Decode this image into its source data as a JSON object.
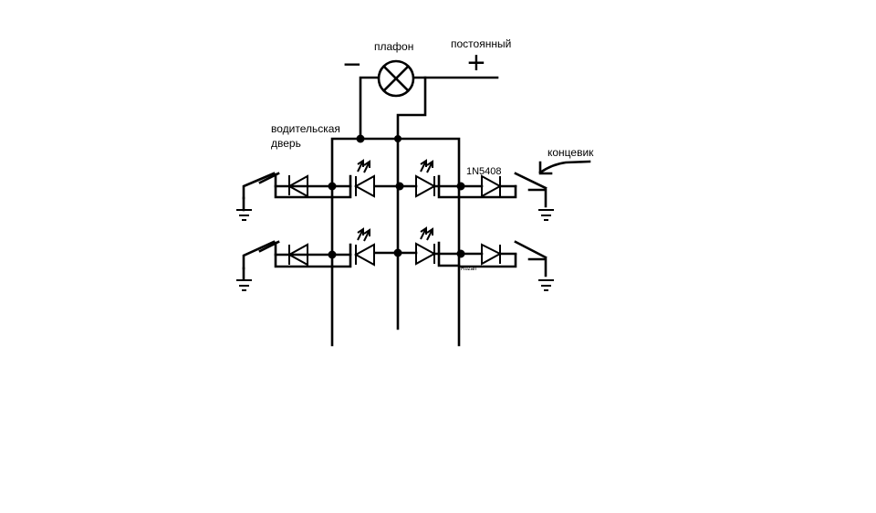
{
  "labels": {
    "lamp": "плафон",
    "constant": "постоянный",
    "minus": "−",
    "plus": "+",
    "driver_door_line1": "водительская",
    "driver_door_line2": "дверь",
    "door_switch": "концевик",
    "diode_model": "1N5408",
    "signature": "Ruzan"
  },
  "components": {
    "lamp_icon": "lamp-cross-icon",
    "diode_icon": "diode-icon",
    "led_icon": "led-icon",
    "switch_icon": "switch-icon",
    "ground_icon": "ground-icon",
    "arrow_icon": "arrow-icon"
  },
  "colors": {
    "ink": "#000000",
    "paper": "#ffffff"
  }
}
